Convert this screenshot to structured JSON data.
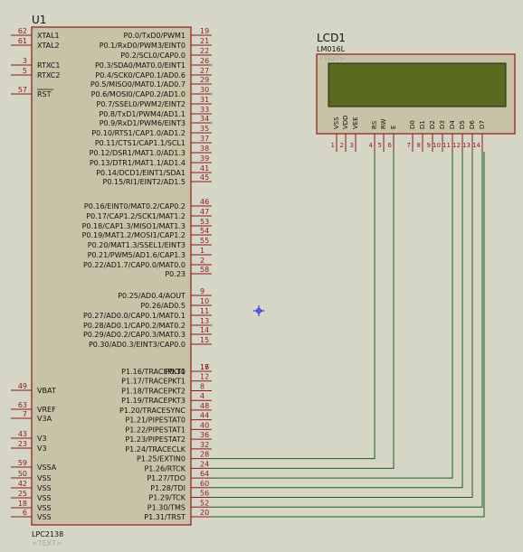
{
  "colors": {
    "background": "#d6d6c6",
    "body_fill": "#c8c2a6",
    "body_stroke": "#8b1a1a",
    "pin_color": "#8b1a1a",
    "wire_color": "#1c5c1c",
    "lcd_screen": "#5a6a1e",
    "text_muted": "#a6a6a6",
    "cursor": "#1a1ae6"
  },
  "u1": {
    "ref": "U1",
    "part": "LPC2138",
    "text_placeholder": "<TEXT>",
    "left_pins": [
      {
        "num": "62",
        "name": "XTAL1",
        "bar": false
      },
      {
        "num": "61",
        "name": "XTAL2",
        "bar": false
      },
      {
        "num": "3",
        "name": "RTXC1",
        "bar": false
      },
      {
        "num": "5",
        "name": "RTXC2",
        "bar": false
      },
      {
        "num": "57",
        "name": "RST",
        "bar": true
      },
      {
        "num": "49",
        "name": "VBAT",
        "bar": false
      },
      {
        "num": "63",
        "name": "VREF",
        "bar": false
      },
      {
        "num": "7",
        "name": "V3A",
        "bar": false
      },
      {
        "num": "43",
        "name": "V3",
        "bar": false
      },
      {
        "num": "23",
        "name": "V3",
        "bar": false
      },
      {
        "num": "59",
        "name": "VSSA",
        "bar": false
      },
      {
        "num": "50",
        "name": "VSS",
        "bar": false
      },
      {
        "num": "42",
        "name": "VSS",
        "bar": false
      },
      {
        "num": "25",
        "name": "VSS",
        "bar": false
      },
      {
        "num": "18",
        "name": "VSS",
        "bar": false
      },
      {
        "num": "6",
        "name": "VSS",
        "bar": false
      }
    ],
    "right_pins": [
      {
        "num": "19",
        "name": "P0.0/TxD0/PWM1"
      },
      {
        "num": "21",
        "name": "P0.1/RxD0/PWM3/EINT0"
      },
      {
        "num": "22",
        "name": "P0.2/SCL0/CAP0.0"
      },
      {
        "num": "26",
        "name": "P0.3/SDA0/MAT0.0/EINT1"
      },
      {
        "num": "27",
        "name": "P0.4/SCK0/CAP0.1/AD0.6"
      },
      {
        "num": "29",
        "name": "P0.5/MISO0/MAT0.1/AD0.7"
      },
      {
        "num": "30",
        "name": "P0.6/MOSI0/CAP0.2/AD1.0"
      },
      {
        "num": "31",
        "name": "P0.7/SSEL0/PWM2/EINT2"
      },
      {
        "num": "33",
        "name": "P0.8/TxD1/PWM4/AD1.1"
      },
      {
        "num": "34",
        "name": "P0.9/RxD1/PWM6/EINT3"
      },
      {
        "num": "35",
        "name": "P0.10/RTS1/CAP1.0/AD1.2"
      },
      {
        "num": "37",
        "name": "P0.11/CTS1/CAP1.1/SCL1"
      },
      {
        "num": "38",
        "name": "P0.12/DSR1/MAT1.0/AD1.3"
      },
      {
        "num": "39",
        "name": "P0.13/DTR1/MAT1.1/AD1.4"
      },
      {
        "num": "41",
        "name": "P0.14/DCD1/EINT1/SDA1"
      },
      {
        "num": "45",
        "name": "P0.15/RI1/EINT2/AD1.5"
      },
      {
        "num": "46",
        "name": "P0.16/EINT0/MAT0.2/CAP0.2"
      },
      {
        "num": "47",
        "name": "P0.17/CAP1.2/SCK1/MAT1.2"
      },
      {
        "num": "53",
        "name": "P0.18/CAP1.3/MISO1/MAT1.3"
      },
      {
        "num": "54",
        "name": "P0.19/MAT1.2/MOSI1/CAP1.2"
      },
      {
        "num": "55",
        "name": "P0.20/MAT1.3/SSEL1/EINT3"
      },
      {
        "num": "1",
        "name": "P0.21/PWM5/AD1.6/CAP1.3"
      },
      {
        "num": "2",
        "name": "P0.22/AD1.7/CAP0.0/MAT0.0"
      },
      {
        "num": "58",
        "name": "P0.23"
      },
      {
        "num": "9",
        "name": "P0.25/AD0.4/AOUT"
      },
      {
        "num": "10",
        "name": "P0.26/AD0.5"
      },
      {
        "num": "11",
        "name": "P0.27/AD0.0/CAP0.1/MAT0.1"
      },
      {
        "num": "13",
        "name": "P0.28/AD0.1/CAP0.2/MAT0.2"
      },
      {
        "num": "14",
        "name": "P0.29/AD0.2/CAP0.3/MAT0.3"
      },
      {
        "num": "15",
        "name": "P0.30/AD0.3/EINT3/CAP0.0"
      },
      {
        "num": "17",
        "name": "P0.31"
      },
      {
        "num": "16",
        "name": "P1.16/TRACEPKT0"
      },
      {
        "num": "12",
        "name": "P1.17/TRACEPKT1"
      },
      {
        "num": "8",
        "name": "P1.18/TRACEPKT2"
      },
      {
        "num": "4",
        "name": "P1.19/TRACEPKT3"
      },
      {
        "num": "48",
        "name": "P1.20/TRACESYNC"
      },
      {
        "num": "44",
        "name": "P1.21/PIPESTAT0"
      },
      {
        "num": "40",
        "name": "P1.22/PIPESTAT1"
      },
      {
        "num": "36",
        "name": "P1.23/PIPESTAT2"
      },
      {
        "num": "32",
        "name": "P1.24/TRACECLK"
      },
      {
        "num": "28",
        "name": "P1.25/EXTIN0"
      },
      {
        "num": "24",
        "name": "P1.26/RTCK"
      },
      {
        "num": "64",
        "name": "P1.27/TDO"
      },
      {
        "num": "60",
        "name": "P1.28/TDI"
      },
      {
        "num": "56",
        "name": "P1.29/TCK"
      },
      {
        "num": "52",
        "name": "P1.30/TMS"
      },
      {
        "num": "20",
        "name": "P1.31/TRST"
      }
    ]
  },
  "lcd": {
    "ref": "LCD1",
    "part": "LM016L",
    "text_placeholder": "<TEXT>",
    "pins": [
      {
        "num": "1",
        "name": "VSS"
      },
      {
        "num": "2",
        "name": "VDD"
      },
      {
        "num": "3",
        "name": "VEE"
      },
      {
        "num": "4",
        "name": "RS"
      },
      {
        "num": "5",
        "name": "RW"
      },
      {
        "num": "6",
        "name": "E"
      },
      {
        "num": "7",
        "name": "D0"
      },
      {
        "num": "8",
        "name": "D1"
      },
      {
        "num": "9",
        "name": "D2"
      },
      {
        "num": "10",
        "name": "D3"
      },
      {
        "num": "11",
        "name": "D4"
      },
      {
        "num": "12",
        "name": "D5"
      },
      {
        "num": "13",
        "name": "D6"
      },
      {
        "num": "14",
        "name": "D7"
      }
    ]
  },
  "connections": [
    {
      "from_pin": "P1.25/EXTIN0",
      "to_pin": "RS"
    },
    {
      "from_pin": "P1.26/RTCK",
      "to_pin": "E"
    },
    {
      "from_pin": "P1.27/TDO",
      "to_pin": "D4"
    },
    {
      "from_pin": "P1.28/TDI",
      "to_pin": "D5"
    },
    {
      "from_pin": "P1.29/TCK",
      "to_pin": "D6"
    },
    {
      "from_pin": "P1.30/TMS",
      "to_pin": "D7"
    },
    {
      "from_pin": "P1.31/TRST",
      "to_pin": "D7"
    }
  ]
}
